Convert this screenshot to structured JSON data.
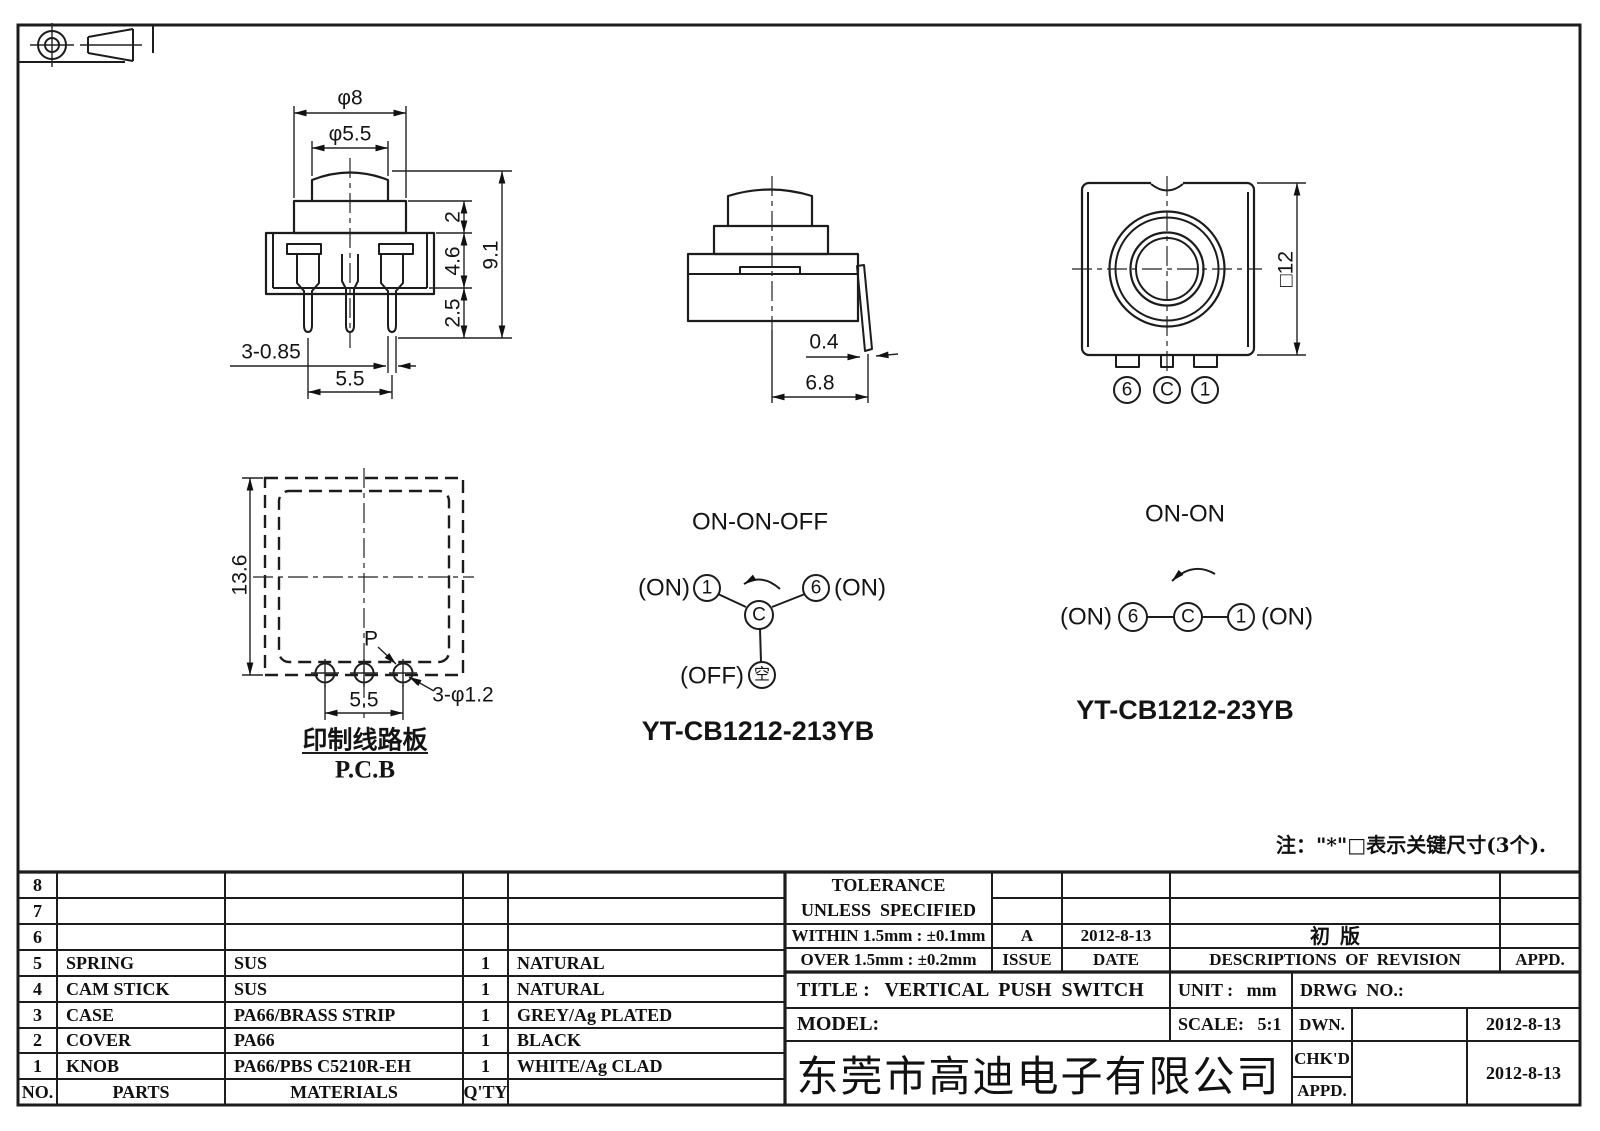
{
  "colors": {
    "line": "#1c1c1c",
    "background": "#ffffff"
  },
  "front_view": {
    "dia_outer": "φ8",
    "dia_inner": "φ5.5",
    "h_top": "2",
    "h_total": "9.1",
    "h_body": "4.6",
    "h_pin": "2.5",
    "pin_spec": "3-0.85",
    "pin_pitch": "5.5"
  },
  "side_view": {
    "pin_thickness": "0.4",
    "pin_offset": "6.8"
  },
  "top_view": {
    "body_size": "□12",
    "terminal_left": "6",
    "terminal_mid": "C",
    "terminal_right": "1"
  },
  "pcb_view": {
    "height": "13.6",
    "pitch": "5.5",
    "hole_spec": "3-φ1.2",
    "pin_label": "P",
    "caption_cn": "印制线路板",
    "caption_en": "P.C.B"
  },
  "schematic_onoff": {
    "title": "ON-ON-OFF",
    "state_left": "(ON)",
    "state_right": "(ON)",
    "state_off": "(OFF)",
    "pin_left": "1",
    "pin_right": "6",
    "pin_common": "C",
    "pin_empty": "空",
    "model": "YT-CB1212-213YB"
  },
  "schematic_onon": {
    "title": "ON-ON",
    "state_left": "(ON)",
    "state_right": "(ON)",
    "pin_left": "6",
    "pin_common": "C",
    "pin_right": "1",
    "model": "YT-CB1212-23YB"
  },
  "note": "注：\"*\"□表示关键尺寸(3个).",
  "parts_table": {
    "header": {
      "no": "NO.",
      "parts": "PARTS",
      "materials": "MATERIALS",
      "qty": "Q'TY",
      "color": ""
    },
    "rows": [
      {
        "no": "8",
        "part": "",
        "material": "",
        "qty": "",
        "color": ""
      },
      {
        "no": "7",
        "part": "",
        "material": "",
        "qty": "",
        "color": ""
      },
      {
        "no": "6",
        "part": "",
        "material": "",
        "qty": "",
        "color": ""
      },
      {
        "no": "5",
        "part": "SPRING",
        "material": "SUS",
        "qty": "1",
        "color": "NATURAL"
      },
      {
        "no": "4",
        "part": "CAM STICK",
        "material": "SUS",
        "qty": "1",
        "color": "NATURAL"
      },
      {
        "no": "3",
        "part": "CASE",
        "material": "PA66/BRASS STRIP",
        "qty": "1",
        "color": "GREY/Ag PLATED"
      },
      {
        "no": "2",
        "part": "COVER",
        "material": "PA66",
        "qty": "1",
        "color": "BLACK"
      },
      {
        "no": "1",
        "part": "KNOB",
        "material": "PA66/PBS C5210R-EH",
        "qty": "1",
        "color": "WHITE/Ag CLAD"
      }
    ]
  },
  "title_block": {
    "tolerance_line1": "TOLERANCE",
    "tolerance_line2": "UNLESS  SPECIFIED",
    "tolerance_within": "WITHIN 1.5mm : ±0.1mm",
    "tolerance_over": "OVER 1.5mm : ±0.2mm",
    "issue_value": "A",
    "issue_date": "2012-8-13",
    "issue_label": "ISSUE",
    "date_label": "DATE",
    "revision_desc": "初  版",
    "revision_label": "DESCRIPTIONS  OF  REVISION",
    "appd_label": "APPD.",
    "title": "TITLE :   VERTICAL  PUSH  SWITCH",
    "unit": "UNIT :   mm",
    "model_label": "MODEL:",
    "scale": "SCALE:   5:1",
    "drwg_label": "DRWG  NO.:",
    "company": "东莞市高迪电子有限公司",
    "dwn_label": "DWN.",
    "dwn_date": "2012-8-13",
    "chkd_label": "CHK'D",
    "chkd_date": "2012-8-13",
    "appd_row_label": "APPD."
  }
}
